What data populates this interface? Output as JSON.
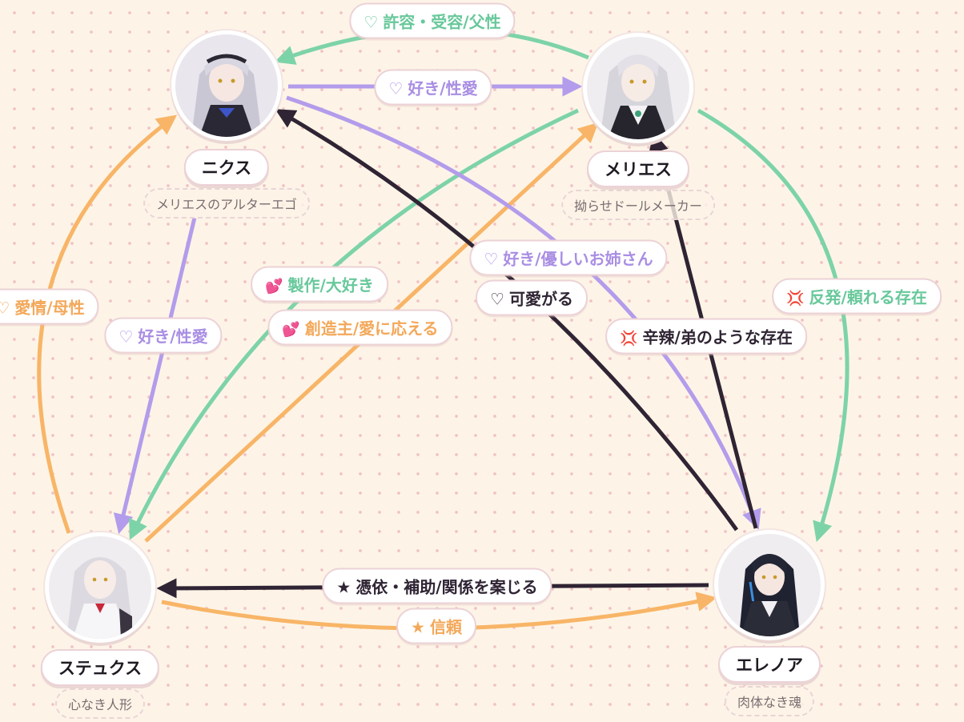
{
  "characters": {
    "nyx": {
      "name": "ニクス",
      "subtitle": "メリエスのアルターエゴ"
    },
    "meries": {
      "name": "メリエス",
      "subtitle": "拗らせドールメーカー"
    },
    "styx": {
      "name": "ステュクス",
      "subtitle": "心なき人形"
    },
    "eleanor": {
      "name": "エレノア",
      "subtitle": "肉体なき魂"
    }
  },
  "relations": {
    "meries_to_nyx": {
      "symbol": "♡",
      "text": "許容・受容/父性",
      "color": "#7dd3a8"
    },
    "nyx_to_meries": {
      "symbol": "♡",
      "text": "好き/性愛",
      "color": "#b39ceb"
    },
    "styx_to_nyx": {
      "symbol": "♡",
      "text": "愛情/母性",
      "color": "#f8b567"
    },
    "nyx_to_styx": {
      "symbol": "♡",
      "text": "好き/性愛",
      "color": "#b39ceb"
    },
    "meries_to_styx": {
      "symbol": "💕",
      "text": "製作/大好き",
      "color": "#7dd3a8"
    },
    "styx_to_meries": {
      "symbol": "💕",
      "text": "創造主/愛に応える",
      "color": "#f8b567"
    },
    "nyx_to_eleanor": {
      "symbol": "♡",
      "text": "好き/優しいお姉さん",
      "color": "#b39ceb"
    },
    "eleanor_to_nyx": {
      "symbol": "♡",
      "text": "可愛がる",
      "color": "#2f2433"
    },
    "meries_to_eleanor": {
      "symbol": "💢",
      "text": "反発/頼れる存在",
      "color": "#7dd3a8"
    },
    "eleanor_to_meries": {
      "symbol": "💢",
      "text": "辛辣/弟のような存在",
      "color": "#2f2433"
    },
    "eleanor_to_styx": {
      "symbol": "★",
      "text": "憑依・補助/関係を案じる",
      "color": "#2f2433"
    },
    "styx_to_eleanor": {
      "symbol": "★",
      "text": "信頼",
      "color": "#f8b567"
    }
  }
}
